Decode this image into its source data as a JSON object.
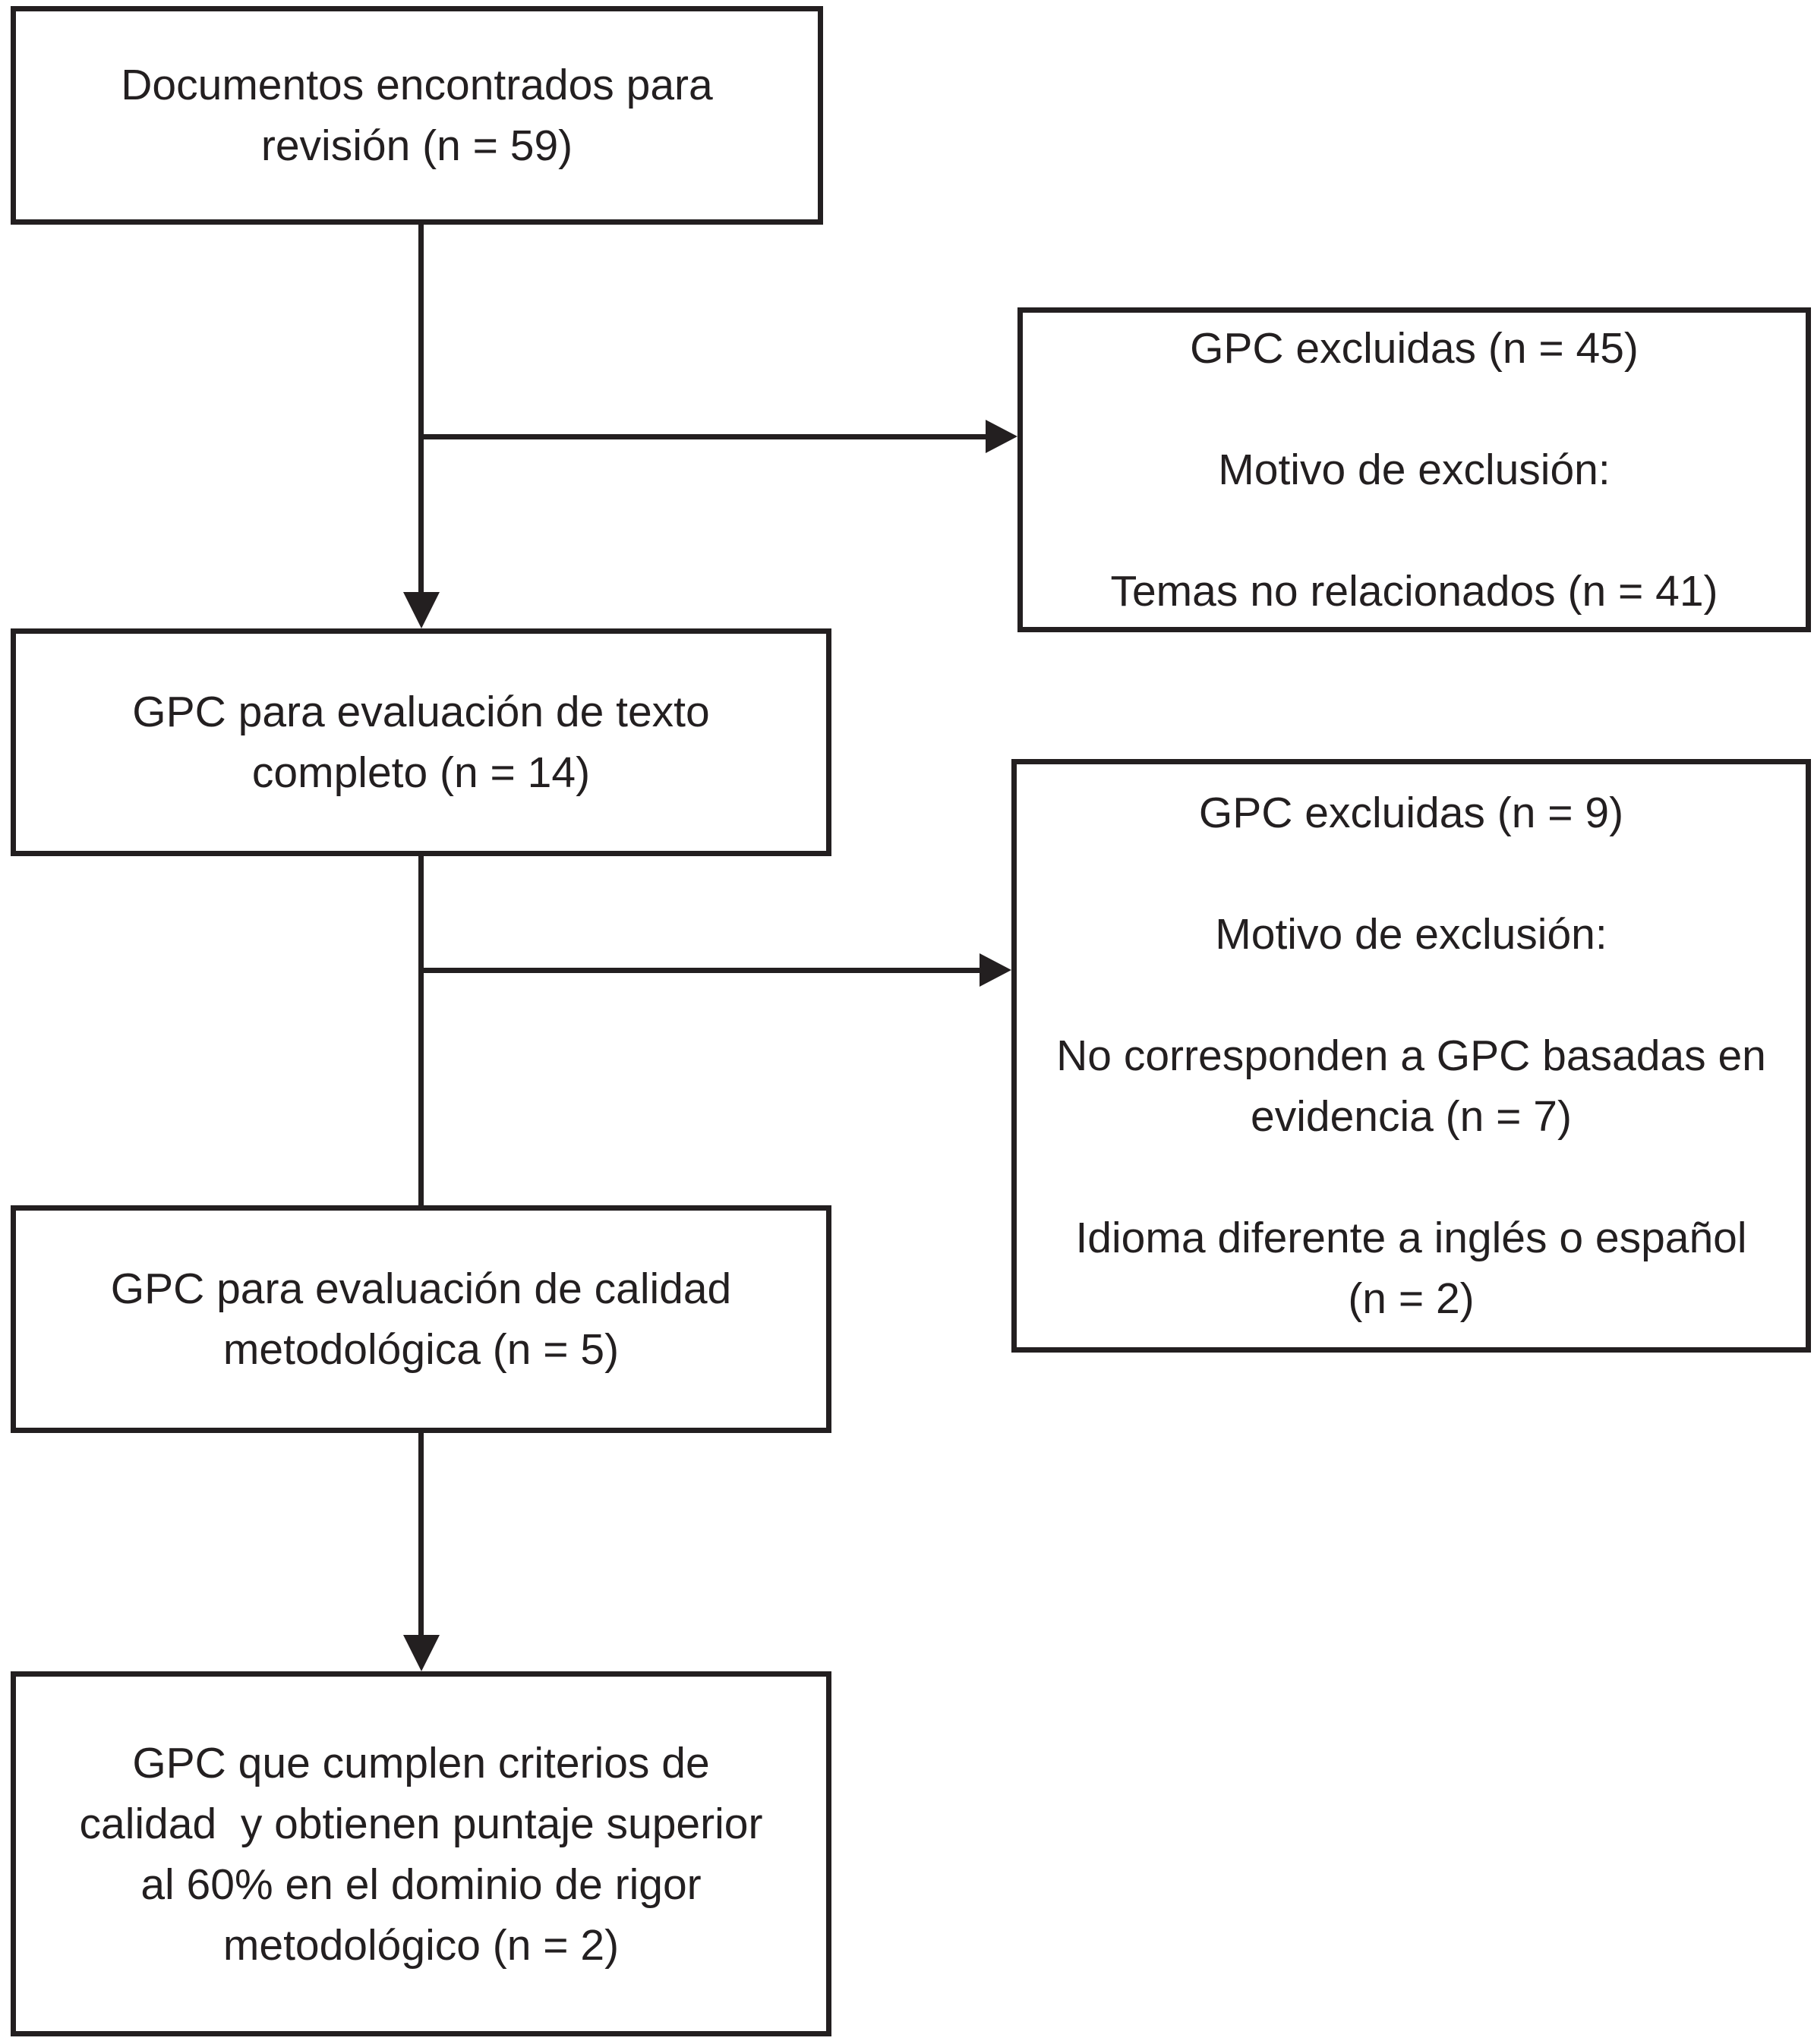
{
  "colors": {
    "line": "#231f20",
    "background": "#ffffff",
    "text": "#231f20"
  },
  "flowchart": {
    "boxes": {
      "found": {
        "lines": [
          "Documentos encontrados para",
          "revisión (n = 59)"
        ]
      },
      "excluded_first": {
        "lines": [
          "GPC excluidas (n = 45)",
          "",
          "Motivo de exclusión:",
          "",
          "Temas no relacionados (n = 41)"
        ]
      },
      "fulltext": {
        "lines": [
          "GPC para evaluación de texto",
          "completo (n = 14)"
        ]
      },
      "excluded_second": {
        "lines": [
          "GPC excluidas (n = 9)",
          "",
          "Motivo de exclusión:",
          "",
          "No corresponden a GPC basadas en",
          "evidencia (n = 7)",
          "",
          "Idioma diferente a inglés o español",
          "(n = 2)"
        ]
      },
      "quality": {
        "lines": [
          "GPC para evaluación de calidad",
          "metodológica (n = 5)"
        ]
      },
      "final": {
        "lines": [
          "GPC que cumplen criterios de",
          "calidad  y obtienen puntaje superior",
          "al 60% en el dominio de rigor",
          "metodológico (n = 2)"
        ]
      }
    },
    "connectors": [
      {
        "from": "found",
        "to": "fulltext",
        "arrowhead": true
      },
      {
        "from": "found",
        "to": "excluded_first",
        "arrowhead": true
      },
      {
        "from": "fulltext",
        "to": "quality",
        "arrowhead": false
      },
      {
        "from": "fulltext",
        "to": "excluded_second",
        "arrowhead": true
      },
      {
        "from": "quality",
        "to": "final",
        "arrowhead": true
      }
    ]
  }
}
